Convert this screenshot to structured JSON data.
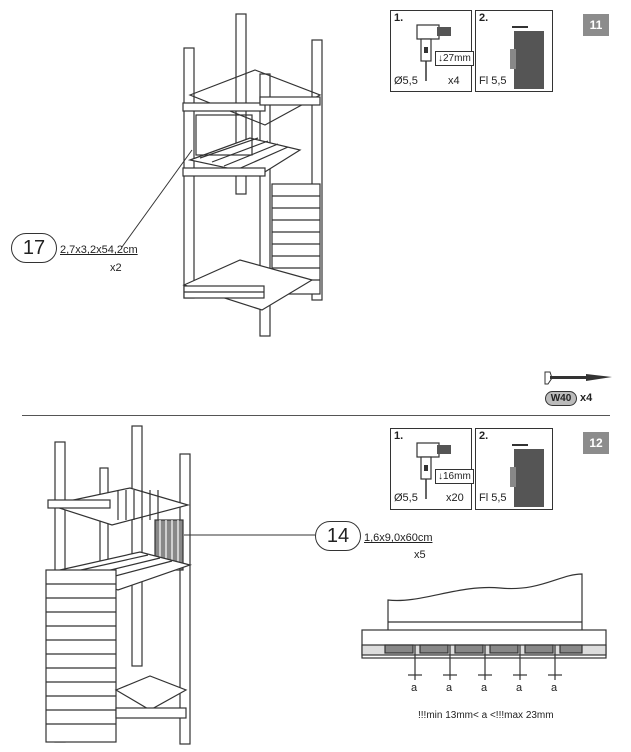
{
  "step11": {
    "badge": "11",
    "tool1": {
      "num": "1.",
      "drill": "Ø5,5",
      "depth": "27mm",
      "qty": "x4"
    },
    "tool2": {
      "num": "2.",
      "countersink": "Fl 5,5"
    },
    "part": {
      "number": "17",
      "dimension": "2,7x3,2x54,2cm",
      "qty": "x2"
    },
    "screw": {
      "code": "W40",
      "qty": "x4"
    }
  },
  "step12": {
    "badge": "12",
    "tool1": {
      "num": "1.",
      "drill": "Ø5,5",
      "depth": "16mm",
      "qty": "x20"
    },
    "tool2": {
      "num": "2.",
      "countersink": "Fl 5,5"
    },
    "part": {
      "number": "14",
      "dimension": "1,6x9,0x60cm",
      "qty": "x5"
    },
    "spacing": {
      "gap_label": "a",
      "note": "!!!min 13mm< a <!!!max 23mm"
    }
  },
  "colors": {
    "badge": "#8c8c8c",
    "line": "#333333",
    "wood_dark": "#555555"
  }
}
